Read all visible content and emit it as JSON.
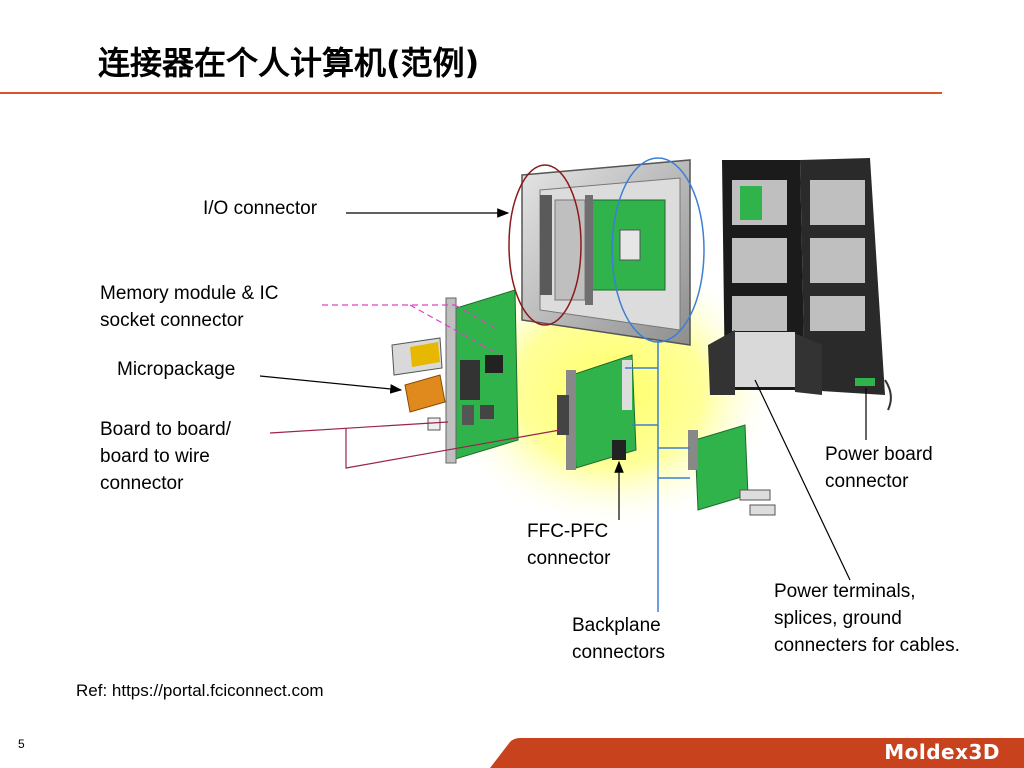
{
  "slide": {
    "title": "连接器在个人计算机(范例)",
    "page_number": "5",
    "reference": "Ref: https://portal.fciconnect.com",
    "brand": "Moldex3D"
  },
  "labels": {
    "io_connector": "I/O connector",
    "memory_module": "Memory module & IC\nsocket connector",
    "micropackage": "Micropackage",
    "board_to_board": "Board to board/\nboard to wire\nconnector",
    "ffc_pfc": "FFC-PFC\nconnector",
    "backplane": "Backplane\nconnectors",
    "power_board": "Power board\nconnector",
    "power_terminals": "Power terminals,\nsplices, ground\nconnecters for cables."
  },
  "colors": {
    "title_rule": "#d9532b",
    "footer_band": "#c8421e",
    "board_green": "#2fb34a",
    "highlight_yellow": "#ffff66",
    "circle_red": "#8b1a1a",
    "circle_blue": "#3b7fd6",
    "pink_leader": "#e040c8",
    "maroon_leader": "#9b2350"
  }
}
